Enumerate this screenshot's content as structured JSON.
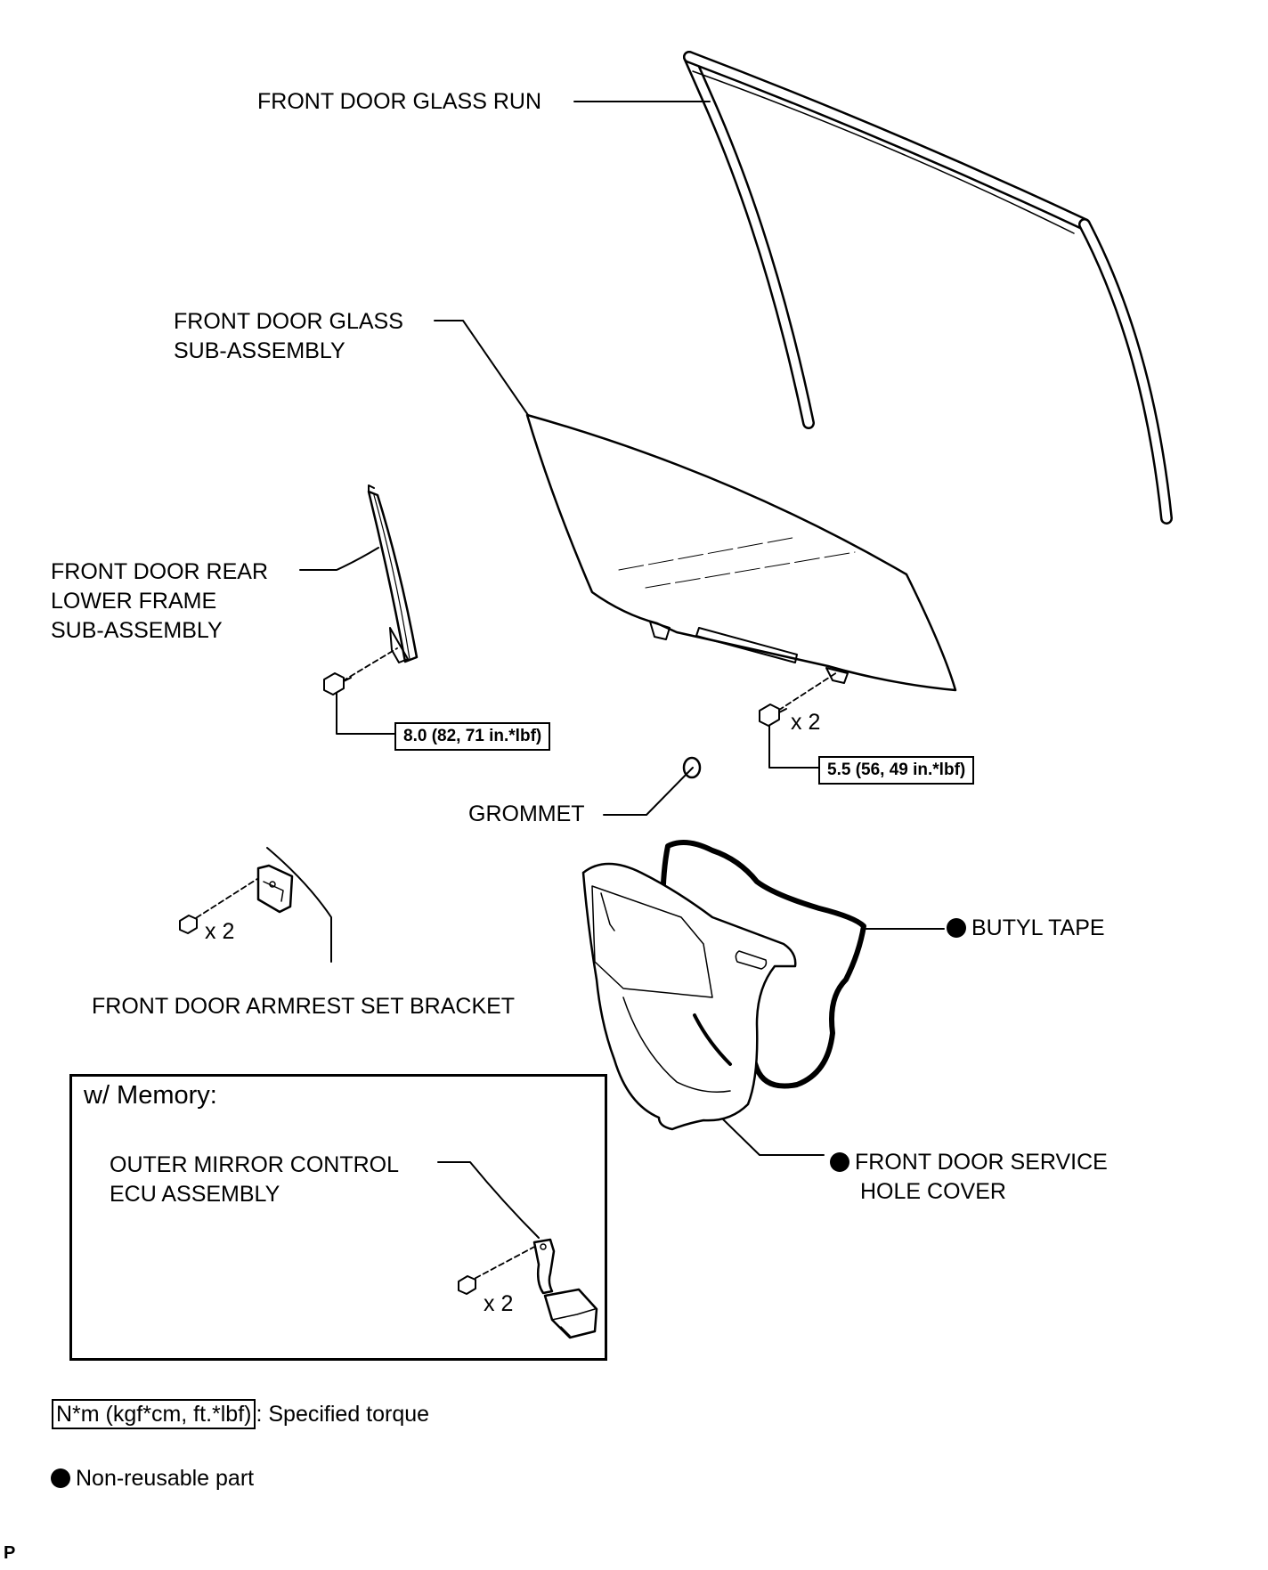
{
  "labels": {
    "glass_run": "FRONT DOOR GLASS RUN",
    "glass_sub_1": "FRONT DOOR GLASS",
    "glass_sub_2": "SUB-ASSEMBLY",
    "rear_frame_1": "FRONT DOOR REAR",
    "rear_frame_2": "LOWER FRAME",
    "rear_frame_3": "SUB-ASSEMBLY",
    "grommet": "GROMMET",
    "butyl_tape": "BUTYL TAPE",
    "armrest_bracket": "FRONT DOOR ARMREST SET BRACKET",
    "service_cover_1": "FRONT DOOR SERVICE",
    "service_cover_2": "HOLE COVER",
    "memory_title": "w/ Memory:",
    "mirror_ecu_1": "OUTER MIRROR CONTROL",
    "mirror_ecu_2": "ECU ASSEMBLY",
    "qty_glass_bolts": "x 2",
    "qty_bracket_bolts": "x 2",
    "qty_ecu_bolts": "x 2",
    "corner_mark": "P"
  },
  "torques": {
    "rear_frame": "8.0 (82, 71 in.*lbf)",
    "glass": "5.5 (56, 49 in.*lbf)"
  },
  "legend": {
    "torque_unit": "N*m (kgf*cm, ft.*lbf)",
    "torque_text": ": Specified torque",
    "nonreusable_text": "Non-reusable part"
  }
}
